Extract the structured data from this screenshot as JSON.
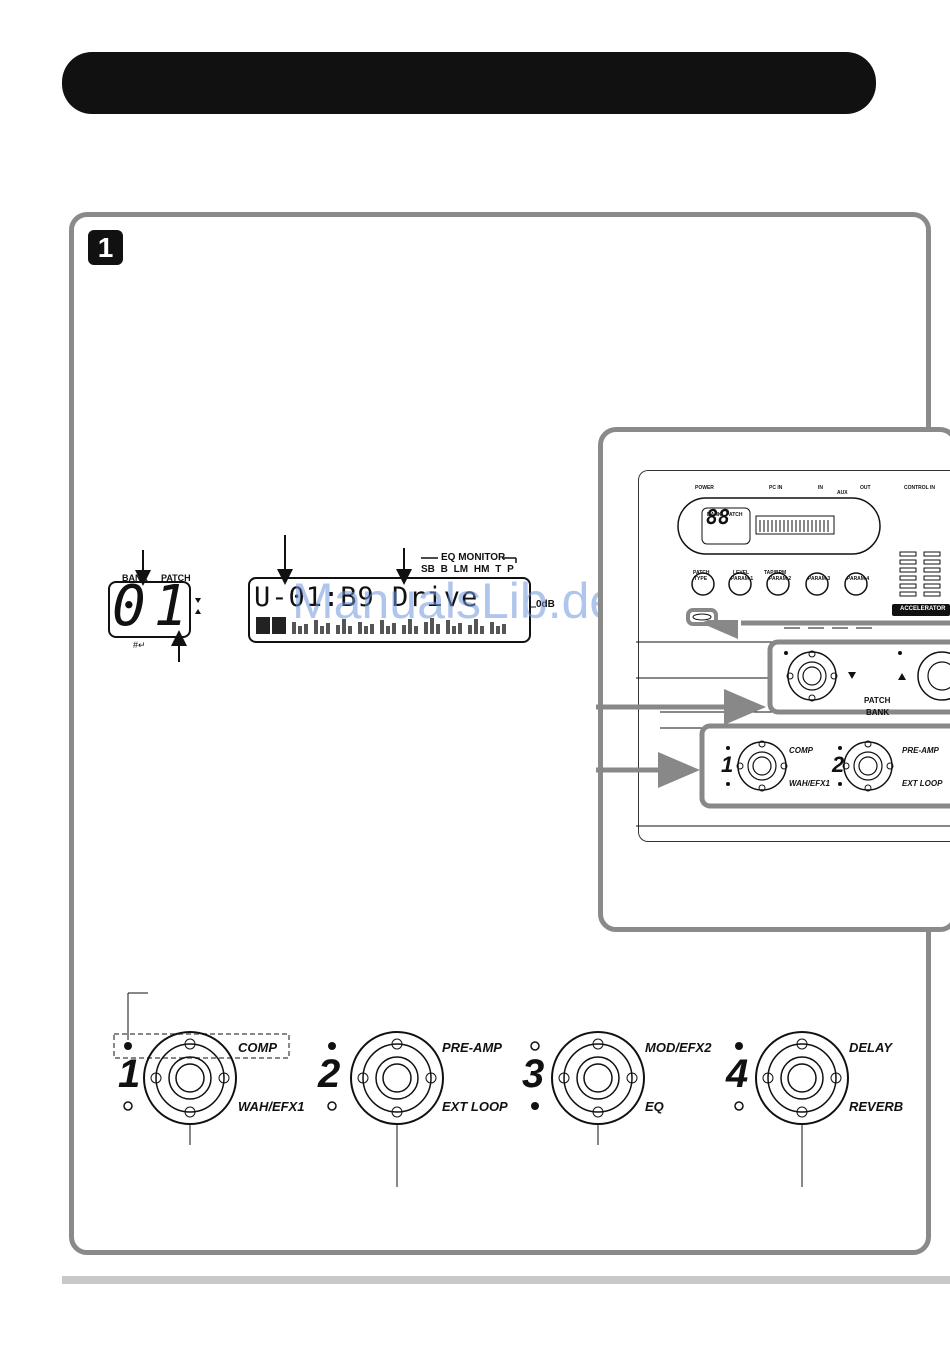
{
  "page": {
    "step_number": "1",
    "watermark": "ManualsLib.de"
  },
  "bank_display": {
    "bank_label": "BANK",
    "patch_label": "PATCH",
    "digits": "01",
    "hold_symbol": "#↵"
  },
  "lcd": {
    "line1": "U-01:B9 Drive",
    "eq_monitor_label": "EQ MONITOR",
    "eq_bands": "SB B LM HM T P",
    "zero_db": "0dB"
  },
  "device": {
    "power": "POWER",
    "pc_in": "PC IN",
    "in": "IN",
    "out": "OUT",
    "aux": "AUX",
    "control_in": "CONTROL IN",
    "display_digits": "88",
    "bank_label": "BANK",
    "patch_label": "PATCH",
    "knob_labels": [
      "TYPE",
      "PARAM 1",
      "PARAM 2",
      "PARAM 3",
      "PARAM 4"
    ],
    "knob_tags": [
      "PATCH",
      "LEVEL",
      "TAP/BPM",
      "",
      ""
    ],
    "accelerator": "ACCELERATOR",
    "patch_bank_label1": "PATCH",
    "patch_bank_label2": "BANK",
    "mini_switches": [
      {
        "num": "1",
        "top": "COMP",
        "bottom": "WAH/EFX1"
      },
      {
        "num": "2",
        "top": "PRE-AMP",
        "bottom": "EXT LOOP"
      }
    ]
  },
  "footswitches": [
    {
      "num": "1",
      "top": "COMP",
      "bottom": "WAH/EFX1"
    },
    {
      "num": "2",
      "top": "PRE-AMP",
      "bottom": "EXT LOOP"
    },
    {
      "num": "3",
      "top": "MOD/EFX2",
      "bottom": "EQ"
    },
    {
      "num": "4",
      "top": "DELAY",
      "bottom": "REVERB"
    }
  ]
}
